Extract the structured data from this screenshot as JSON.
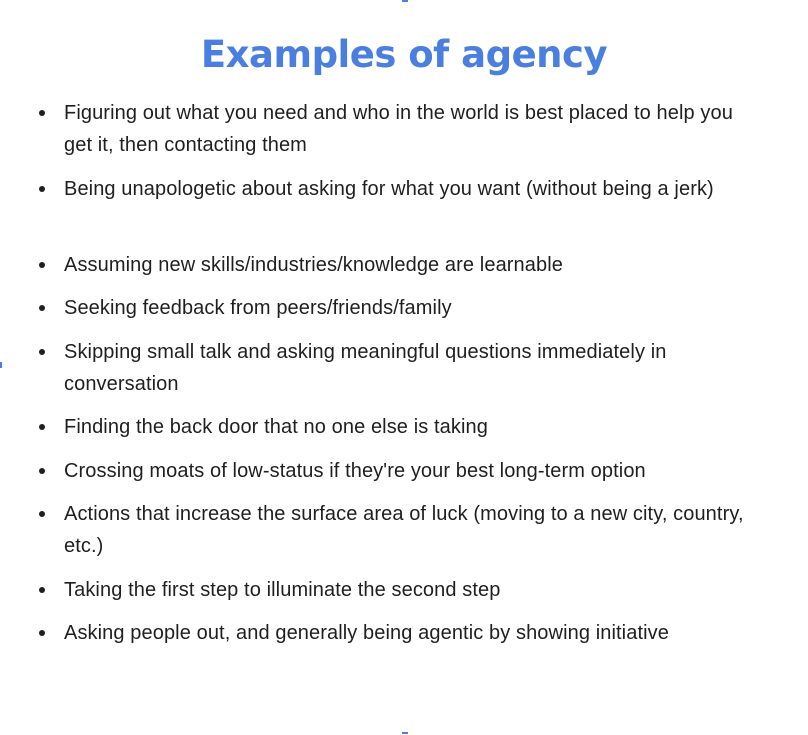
{
  "slide": {
    "title": "Examples of agency",
    "title_color": "#4a7fe0",
    "text_color": "#1f1f1f",
    "bullets": [
      "Figuring out what you need and who in the world is best placed to help you get it, then contacting them",
      "Being unapologetic about asking for what you want (without being a jerk)",
      "Assuming new skills/industries/knowledge are learnable",
      "Seeking feedback from peers/friends/family",
      "Skipping small talk and asking meaningful questions immediately in conversation",
      "Finding the back door that no one else is taking",
      "Crossing moats of low-status if they're your best long-term option",
      "Actions that increase the surface area of luck (moving to a new city, country, etc.)",
      "Taking the first step to illuminate the second step",
      "Asking people out, and generally being agentic by showing initiative"
    ]
  }
}
